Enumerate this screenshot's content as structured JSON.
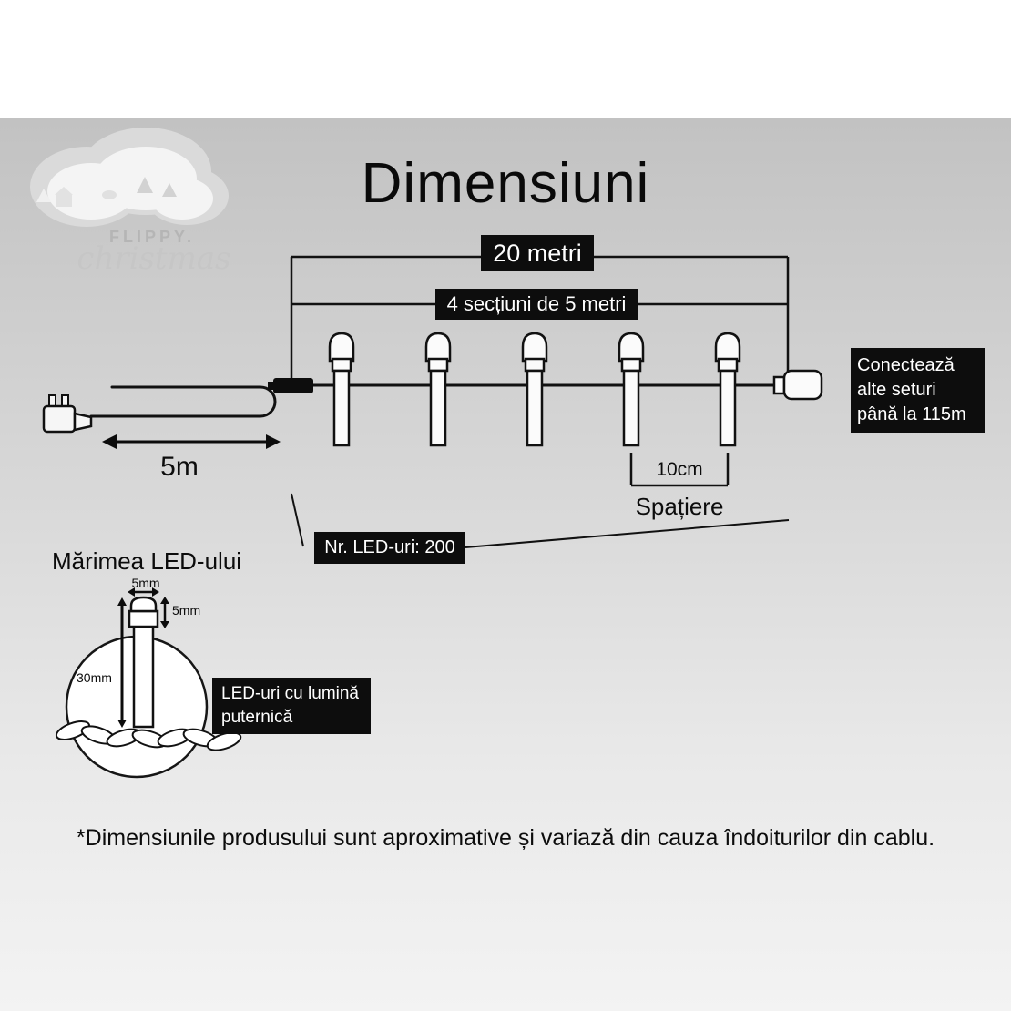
{
  "title": "Dimensiuni",
  "logo": {
    "line1": "FLIPPY.",
    "line2": "christmas"
  },
  "diagram": {
    "total_length": "20 metri",
    "sections": "4 secțiuni de 5 metri",
    "lead": "5m",
    "connect": "Conectează\nalte seturi\npână la 115m",
    "spacing_value": "10cm",
    "spacing_label": "Spațiere",
    "led_count": "Nr. LED-uri: 200"
  },
  "led_size": {
    "title": "Mărimea LED-ului",
    "width": "5mm",
    "height": "5mm",
    "length": "30mm",
    "info": "LED-uri cu lumină\nputernică"
  },
  "footer": "*Dimensiunile produsului sunt aproximative și variază din cauza îndoiturilor din cablu.",
  "colors": {
    "badge_bg": "#0d0d0d",
    "badge_text": "#ffffff",
    "ink": "#111111",
    "background_top": "#c2c2c2",
    "background_bottom": "#f3f3f3"
  }
}
